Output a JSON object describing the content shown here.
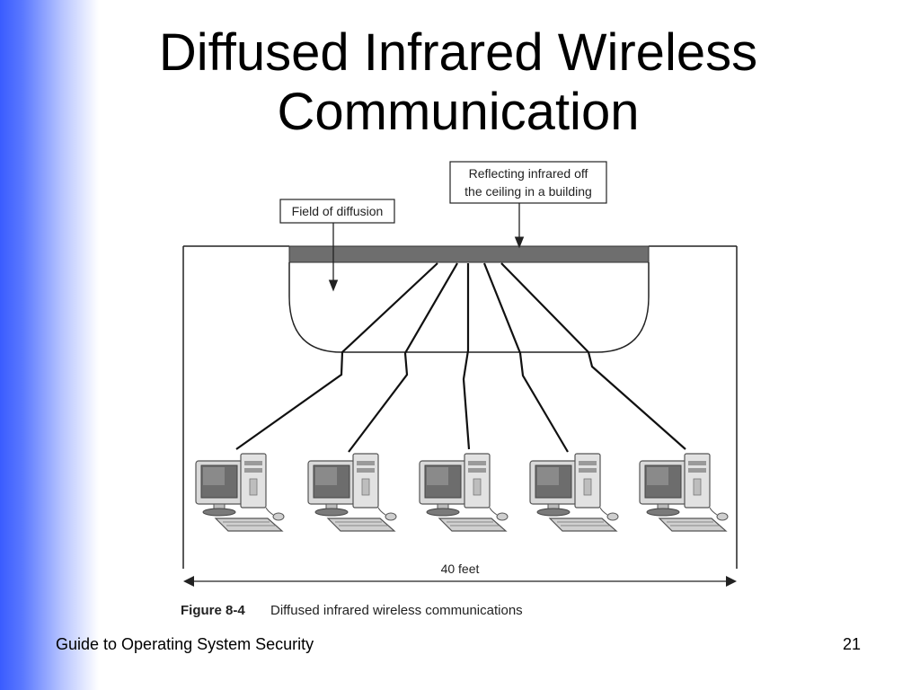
{
  "slide": {
    "title_lines": [
      "Diffused Infrared Wireless",
      "Communication"
    ],
    "footer_left": "Guide to Operating System Security",
    "page_number": "21"
  },
  "diagram": {
    "callout_diffusion": "Field of diffusion",
    "callout_reflect_lines": [
      "Reflecting infrared off",
      "the ceiling in a building"
    ],
    "distance_label": "40 feet",
    "figure_number": "Figure 8-4",
    "figure_caption": "Diffused infrared wireless communications",
    "computer_count": 5
  },
  "colors": {
    "stripe_blue": "#3a5cff",
    "ceiling_bar": "#6e6e6e"
  }
}
